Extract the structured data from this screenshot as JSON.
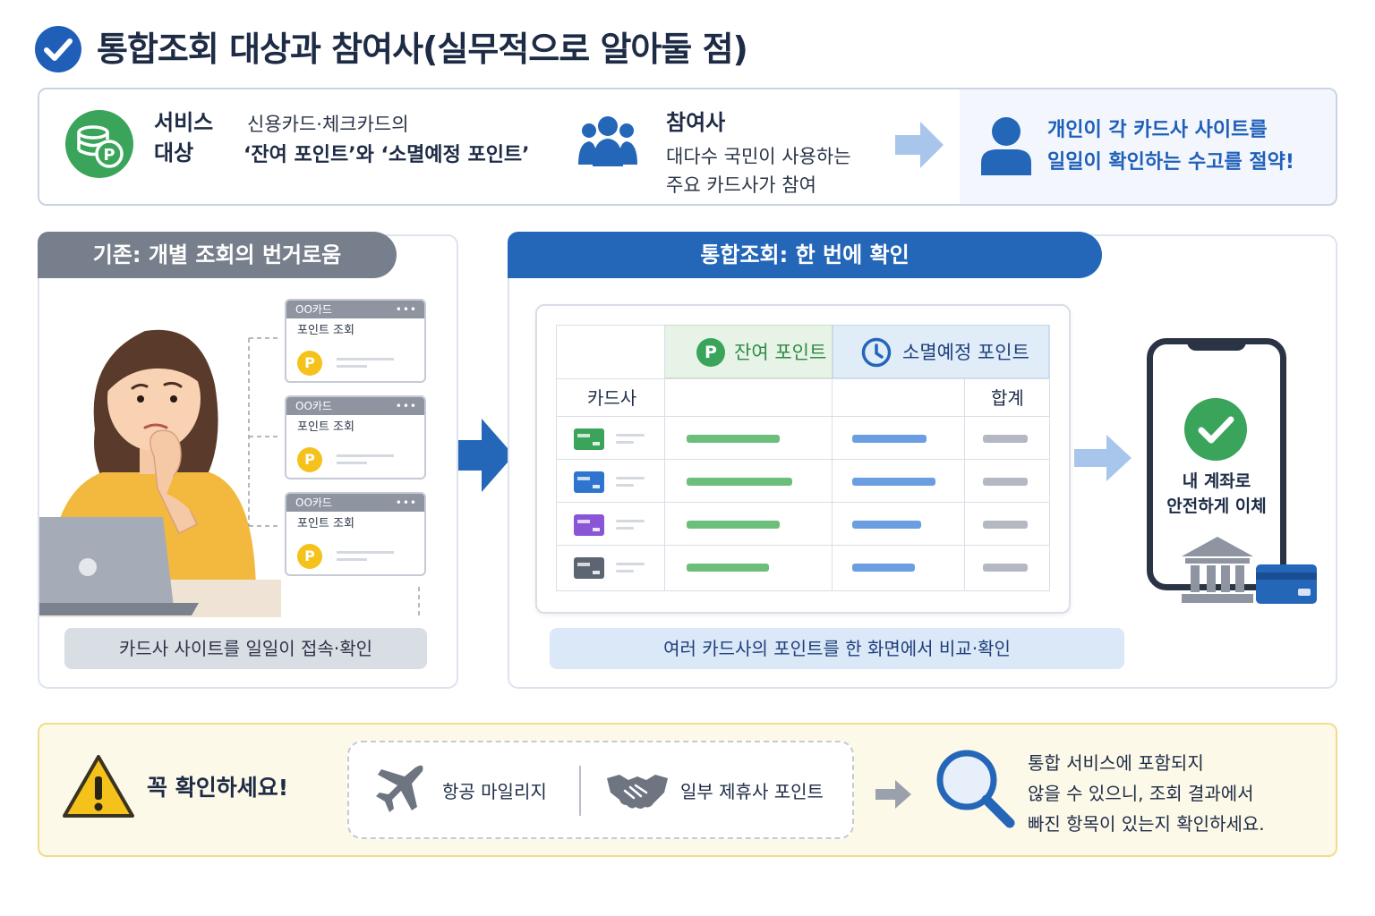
{
  "title": "통합조회 대상과 참여사(실무적으로 알아둘 점)",
  "service_target": {
    "label_line1": "서비스",
    "label_line2": "대상",
    "desc_line1": "신용카드·체크카드의",
    "desc_line2": "‘잔여 포인트’와 ‘소멸예정 포인트’"
  },
  "participants": {
    "label": "참여사",
    "desc_line1": "대다수 국민이 사용하는",
    "desc_line2": "주요 카드사가 참여"
  },
  "benefit": {
    "line1": "개인이 각 카드사 사이트를",
    "line2": "일일이 확인하는 수고를 절약!"
  },
  "legacy_panel": {
    "header": "기존: 개별 조회의 번거로움",
    "cards": [
      {
        "name": "OO카드",
        "sub": "포인트 조회",
        "coin": "P",
        "dots": "•••"
      },
      {
        "name": "OO카드",
        "sub": "포인트 조회",
        "coin": "P",
        "dots": "•••"
      },
      {
        "name": "OO카드",
        "sub": "포인트 조회",
        "coin": "P",
        "dots": "•••"
      }
    ],
    "caption": "카드사 사이트를 일일이 접속·확인"
  },
  "integrated_panel": {
    "header": "통합조회: 한 번에 확인",
    "table": {
      "col_remaining": "잔여 포인트",
      "col_expiring": "소멸예정 포인트",
      "col_company": "카드사",
      "col_total": "합계",
      "remaining_coin": "P",
      "rows": [
        {
          "card_color": "#3aa45a",
          "remaining": 0.88,
          "expiring": 0.52,
          "total": 0.7
        },
        {
          "card_color": "#2f74cf",
          "remaining": 1.0,
          "expiring": 0.58,
          "total": 0.7
        },
        {
          "card_color": "#8a55d6",
          "remaining": 0.88,
          "expiring": 0.48,
          "total": 0.7
        },
        {
          "card_color": "#5d6573",
          "remaining": 0.78,
          "expiring": 0.44,
          "total": 0.7
        }
      ]
    },
    "phone_text_line1": "내 계좌로",
    "phone_text_line2": "안전하게 이체",
    "caption": "여러 카드사의 포인트를 한 화면에서 비교·확인"
  },
  "warning": {
    "title": "꼭 확인하세요!",
    "item1": "항공 마일리지",
    "item2": "일부 제휴사 포인트",
    "desc_line1": "통합 서비스에 포함되지",
    "desc_line2": "않을 수 있으니, 조회 결과에서",
    "desc_line3": "빠진 항목이 있는지 확인하세요."
  },
  "colors": {
    "primary_blue": "#2466b8",
    "green": "#3aa45a",
    "gray_header": "#787f8c",
    "warning_yellow": "#f4c21b"
  }
}
